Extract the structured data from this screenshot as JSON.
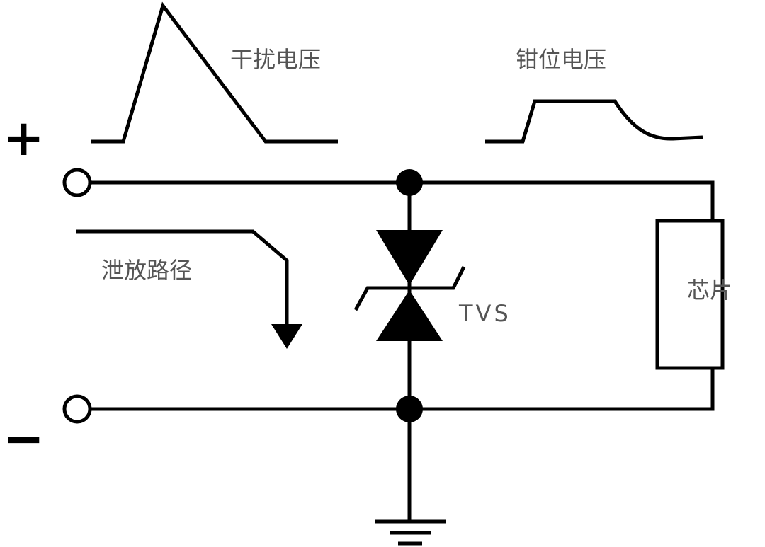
{
  "labels": {
    "interference_voltage": "干扰电压",
    "clamp_voltage": "钳位电压",
    "discharge_path": "泄放路径",
    "chip": "芯片",
    "tvs": "TVS",
    "plus": "+",
    "minus": "−"
  },
  "colors": {
    "line": "#000000",
    "text": "#555555"
  }
}
